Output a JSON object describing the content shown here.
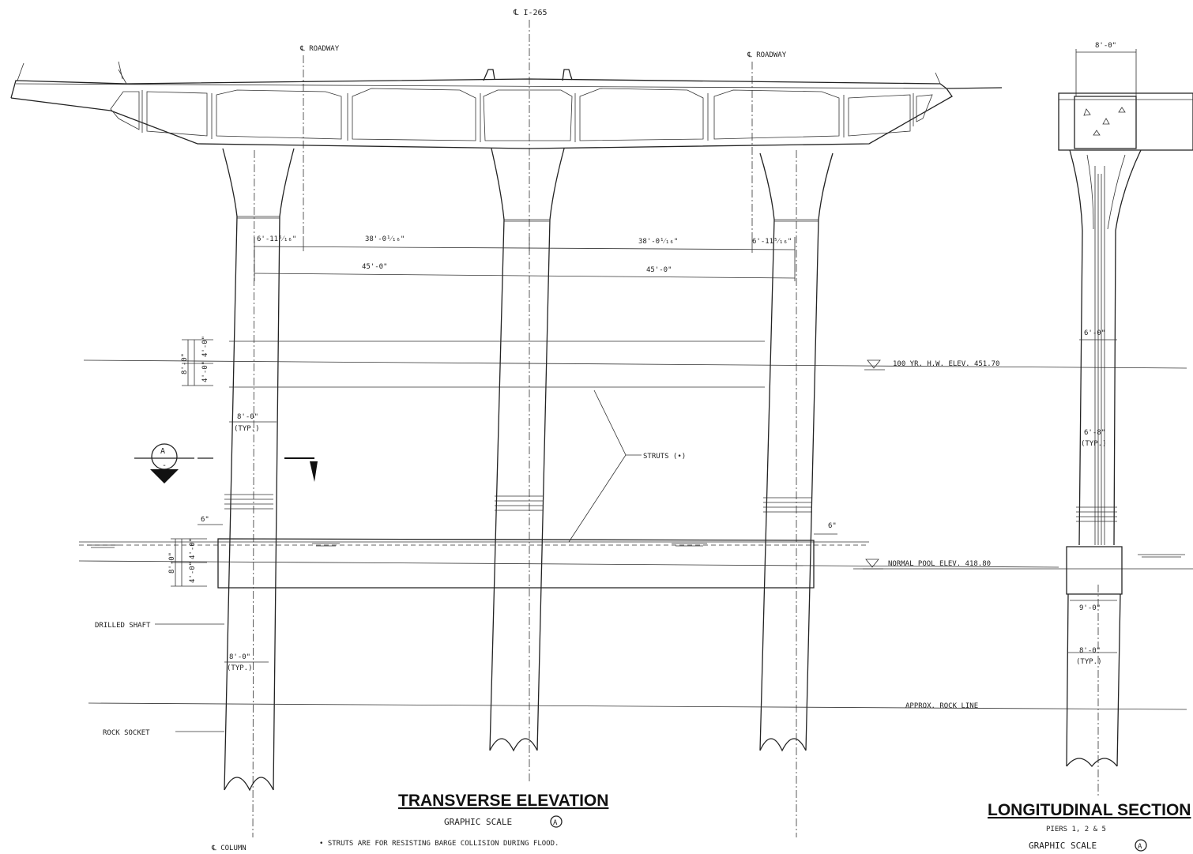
{
  "labels": {
    "cl_i265": "℄ I-265",
    "cl_roadway_left": "℄ ROADWAY",
    "cl_roadway_right": "℄ ROADWAY",
    "dim_left_offset": "6'-11⁵⁄₁₆\"",
    "dim_span_left": "38'-0¹⁄₁₆\"",
    "dim_span_right": "38'-0¹⁄₁₆\"",
    "dim_right_offset": "6'-11⁵⁄₁₆\"",
    "dim_45_left": "45'-0\"",
    "dim_45_right": "45'-0\"",
    "dim_8_0_upper": "8'-0\"",
    "dim_4_0_a": "4'-0\"",
    "dim_4_0_b": "4'-0\"",
    "dim_col_width": "8'-0\"",
    "typ_1": "(TYP.)",
    "section_letter": "A",
    "section_dash": "-",
    "struts": "STRUTS (•)",
    "hw_elev": "100 YR. H.W. ELEV. 451.70",
    "dim_6_left": "6\"",
    "dim_6_right": "6\"",
    "dim_8_0_lower": "8'-0\"",
    "dim_4_0_c": "4'-0\"",
    "dim_4_0_d": "4'-0\"",
    "pool_elev": "NORMAL POOL ELEV. 418.80",
    "drilled_shaft": "DRILLED SHAFT",
    "dim_shaft_width": "8'-0\"",
    "typ_2": "(TYP.)",
    "rock_line": "APPROX. ROCK LINE",
    "rock_socket": "ROCK SOCKET",
    "cl_column": "℄ COLUMN",
    "note": "•  STRUTS ARE FOR RESISTING BARGE COLLISION DURING FLOOD.",
    "long_top": "8'-0\"",
    "long_mid": "6'-0\"",
    "long_col": "6'-8\"",
    "long_typ_1": "(TYP.)",
    "long_cap": "9'-0\"",
    "long_shaft": "8'-0\"",
    "long_typ_2": "(TYP.)"
  },
  "titles": {
    "transverse": "TRANSVERSE ELEVATION",
    "transverse_scale": "GRAPHIC SCALE",
    "longitudinal": "LONGITUDINAL SECTION",
    "piers": "PIERS 1, 2 & 5",
    "longitudinal_scale": "GRAPHIC SCALE",
    "scale_mark": "A"
  }
}
